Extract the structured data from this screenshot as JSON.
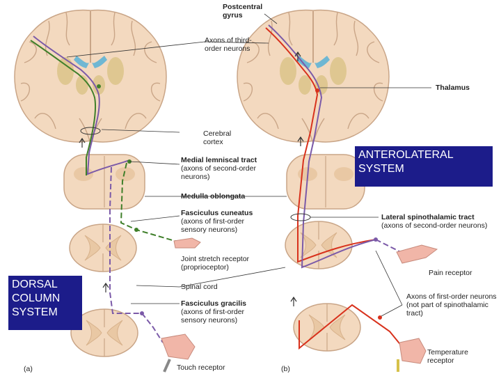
{
  "labels": {
    "postcentral_gyrus": "Postcentral gyrus",
    "axons_third_order": "Axons of third-order neurons",
    "thalamus": "Thalamus",
    "cerebral_cortex": "Cerebral cortex",
    "medial_lemniscal_tract": "Medial lemniscal tract",
    "medial_lemniscal_sub": "(axons of second-order neurons)",
    "medulla_oblongata": "Medulla oblongata",
    "fasciculus_cuneatus": "Fasciculus cuneatus",
    "fasciculus_cuneatus_sub": "(axons of first-order sensory neurons)",
    "lateral_spinothalamic_tract": "Lateral spinothalamic tract",
    "lateral_spinothalamic_sub": "(axons of second-order neurons)",
    "joint_stretch_receptor": "Joint stretch receptor (proprioceptor)",
    "pain_receptor": "Pain receptor",
    "spinal_cord": "Spinal cord",
    "fasciculus_gracilis": "Fasciculus gracilis",
    "fasciculus_gracilis_sub": "(axons of first-order sensory neurons)",
    "axons_first_order": "Axons of first-order neurons (not part of spinothalamic tract)",
    "temperature_receptor": "Temperature receptor",
    "touch_receptor": "Touch receptor",
    "panel_a": "(a)",
    "panel_b": "(b)"
  },
  "boxes": {
    "anterolateral": "ANTEROLATERAL SYSTEM",
    "dorsal_column": "DORSAL COLUMN SYSTEM"
  },
  "colors": {
    "tissue": "#f3d9bf",
    "tissue_edge": "#c9a587",
    "grey_matter": "#e9c8a4",
    "ventricle": "#6fb7d3",
    "nucleus": "#d9c286",
    "tract_green": "#3f7f2a",
    "tract_purple": "#7b5aa8",
    "tract_red": "#d8311c",
    "box_bg": "#1c1c8a",
    "box_text": "#ffffff"
  }
}
